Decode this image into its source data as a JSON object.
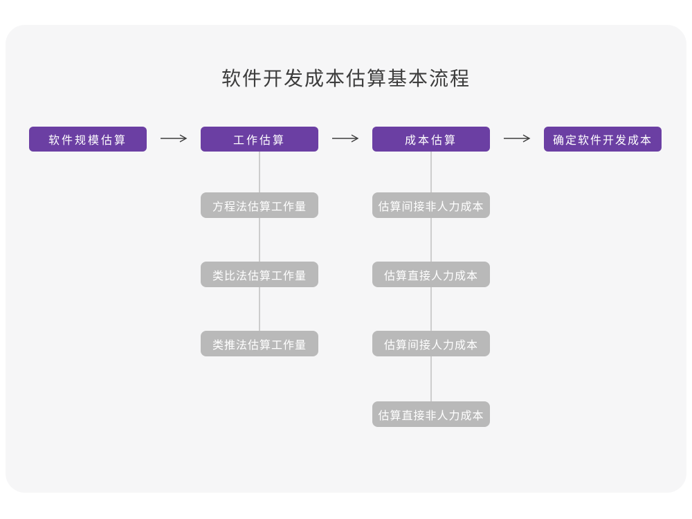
{
  "title": "软件开发成本估算基本流程",
  "colors": {
    "canvas": "#ffffff",
    "card": "#f6f6f7",
    "primary": "#6b3fa3",
    "secondary": "#b9b9b9",
    "connector": "#cdcdcd",
    "arrow": "#3d3d3d",
    "title_text": "#3c3c3c",
    "node_text": "#ffffff"
  },
  "flow": {
    "stages": [
      {
        "label": "软件规模估算"
      },
      {
        "label": "工作估算",
        "substeps": [
          "方程法估算工作量",
          "类比法估算工作量",
          "类推法估算工作量"
        ]
      },
      {
        "label": "成本估算",
        "substeps": [
          "估算间接非人力成本",
          "估算直接人力成本",
          "估算间接人力成本",
          "估算直接非人力成本"
        ]
      },
      {
        "label": "确定软件开发成本"
      }
    ]
  }
}
